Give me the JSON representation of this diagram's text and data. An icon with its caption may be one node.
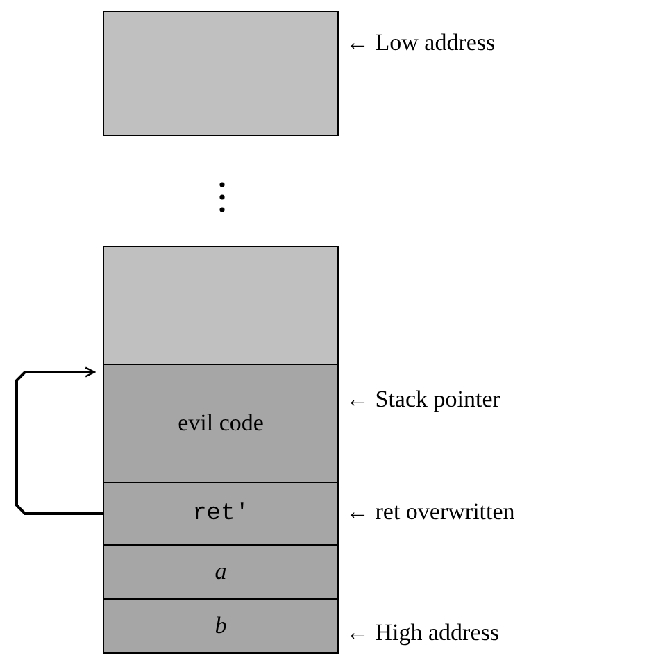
{
  "diagram": {
    "nodes": [
      {
        "text": [],
        "shape": "box",
        "beside": [
          "← Low address"
        ]
      },
      {
        "text": [],
        "shape": "box"
      },
      {
        "text": [
          "evil code"
        ],
        "beside": [
          "← Stack pointer"
        ]
      },
      {
        "text": [
          "ret′"
        ],
        "beside": [
          "← ret overwritten"
        ]
      },
      {
        "text": [
          "a"
        ]
      },
      {
        "text": [
          "b"
        ],
        "beside": [
          "← High address"
        ]
      }
    ],
    "edges": [
      {
        "from": 3,
        "to": 2,
        "arrow": "to"
      }
    ]
  }
}
